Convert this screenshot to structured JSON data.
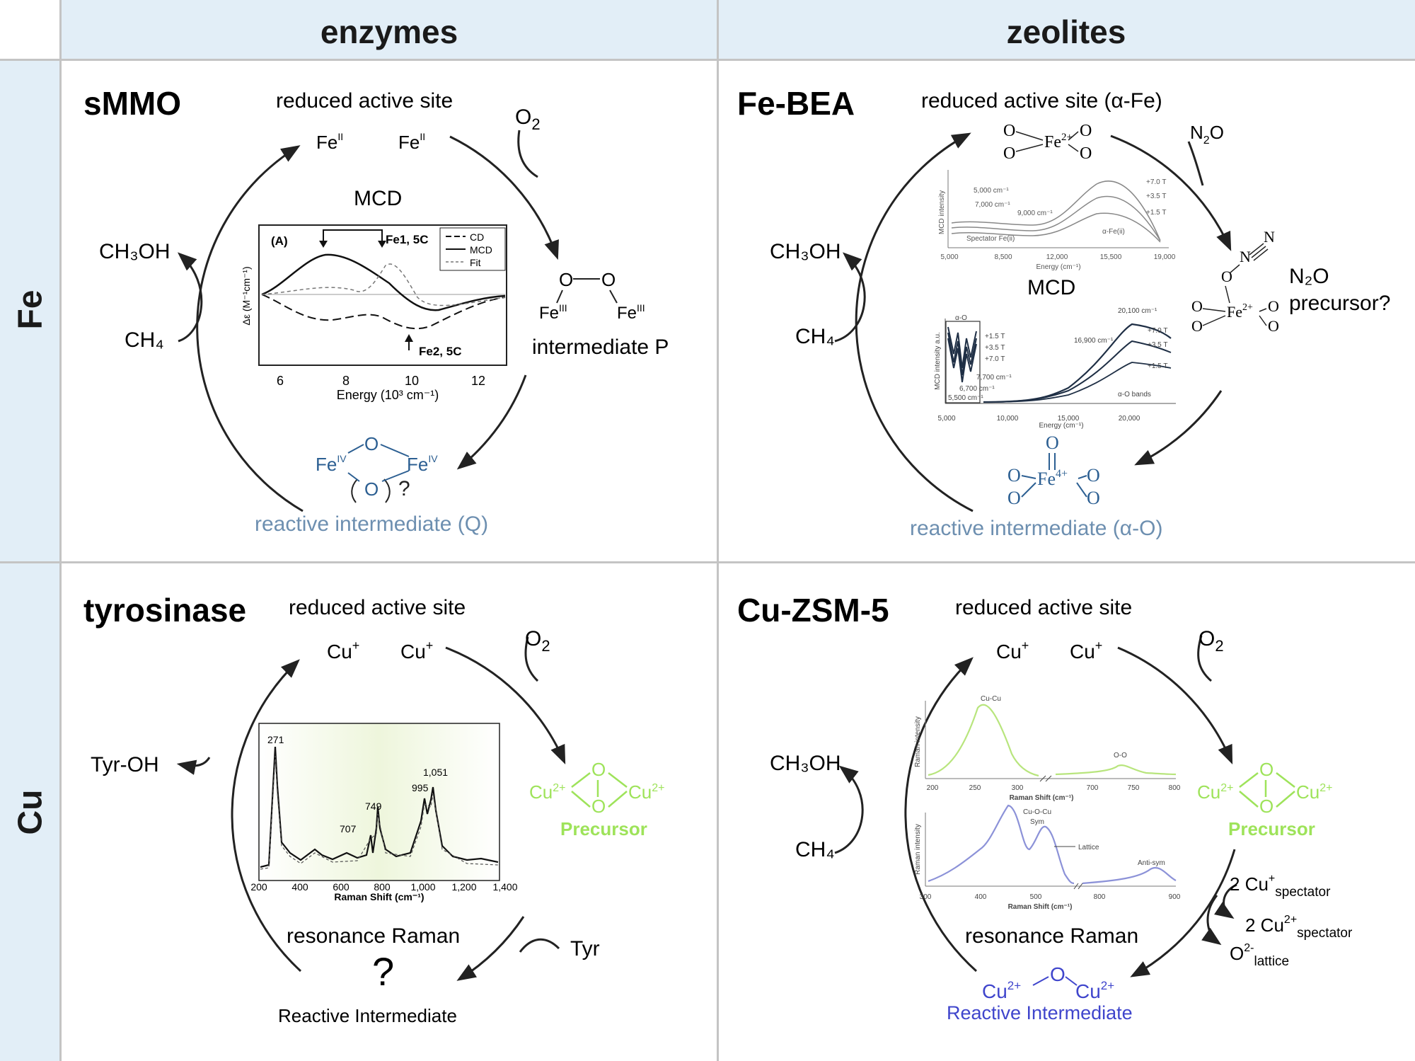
{
  "columns": [
    "enzymes",
    "zeolites"
  ],
  "rows": [
    "Fe",
    "Cu"
  ],
  "colors": {
    "header_bg": "#e2eef7",
    "q_blue": "#6d8fb0",
    "fe_blue": "#2c5f92",
    "precursor_green": "#9ee35a",
    "cu_blue": "#3f45cc",
    "spectrum_green": "#b8e57d",
    "spectrum_blue": "#8c92d8"
  },
  "panels": {
    "smmo": {
      "title": "sMMO",
      "reduced": "reduced active site",
      "oxidant": "O",
      "oxidant_sub": "2",
      "fe_left": "Fe",
      "fe_left_sup": "II",
      "fe_right": "Fe",
      "fe_right_sup": "II",
      "mcd": "MCD",
      "ch3oh": "CH₃OH",
      "ch4": "CH₄",
      "p_o1": "O",
      "p_o2": "O",
      "p_fe1": "Fe",
      "p_fe1_sup": "III",
      "p_fe2": "Fe",
      "p_fe2_sup": "III",
      "intermediate_p": "intermediate P",
      "q_fe1": "Fe",
      "q_fe1_sup": "IV",
      "q_fe2": "Fe",
      "q_fe2_sup": "IV",
      "q_o_top": "O",
      "q_o_bottom": "O",
      "q_question": "?",
      "reactive": "reactive intermediate (Q)",
      "plot": {
        "panel_label": "(A)",
        "ylabel": "Δε (M⁻¹cm⁻¹)",
        "xlabel": "Energy (10³ cm⁻¹)",
        "xticks": [
          "6",
          "8",
          "10",
          "12"
        ],
        "legend": [
          "CD",
          "MCD",
          "Fit"
        ],
        "ann1": "Fe1, 5C",
        "ann2": "Fe2, 5C"
      }
    },
    "febea": {
      "title": "Fe-BEA",
      "reduced": "reduced active site (α-Fe)",
      "oxidant": "N",
      "oxidant_sub": "2",
      "oxidant_tail": "O",
      "ch3oh": "CH₃OH",
      "ch4": "CH₄",
      "mcd": "MCD",
      "site_fe": "Fe",
      "site_fe_sup": "2+",
      "o": "O",
      "precursor_line1": "N₂O",
      "precursor_line2": "precursor?",
      "pre_n1": "N",
      "pre_n2": "N",
      "pre_fe": "Fe",
      "pre_fe_sup": "2+",
      "alpha_fe": "Fe",
      "alpha_fe_sup": "4+",
      "reactive": "reactive intermediate (α-O)",
      "plot1": {
        "ylabel": "MCD intensity",
        "xlabel": "Energy (cm⁻¹)",
        "xticks": [
          "5,000",
          "8,500",
          "12,000",
          "15,500",
          "19,000"
        ],
        "ann": [
          "5,000 cm⁻¹",
          "7,000 cm⁻¹",
          "9,000 cm⁻¹",
          "Spectator Fe(ii)",
          "α-Fe(ii)"
        ],
        "fields": [
          "+7.0 T",
          "+3.5 T",
          "+1.5 T"
        ]
      },
      "plot2": {
        "ylabel": "MCD intensity a.u.",
        "xlabel": "Energy (cm⁻¹)",
        "xticks": [
          "5,000",
          "10,000",
          "15,000",
          "20,000"
        ],
        "ann": [
          "α-O",
          "6,700 cm⁻¹",
          "5,500 cm⁻¹",
          "7,700 cm⁻¹",
          "16,900 cm⁻¹",
          "20,100 cm⁻¹",
          "α-O bands"
        ],
        "fields": [
          "+1.5 T",
          "+3.5 T",
          "+7.0 T"
        ],
        "fields_right": [
          "+7.0 T",
          "+3.5 T",
          "+1.5 T"
        ]
      }
    },
    "tyrosinase": {
      "title": "tyrosinase",
      "reduced": "reduced active site",
      "oxidant": "O",
      "oxidant_sub": "2",
      "cu_left": "Cu",
      "cu_left_sup": "+",
      "cu_right": "Cu",
      "cu_right_sup": "+",
      "tyr_oh": "Tyr-OH",
      "tyr": "Tyr",
      "pre_cu": "Cu",
      "pre_cu_sup": "2+",
      "pre_o": "O",
      "precursor": "Precursor",
      "method": "resonance Raman",
      "question": "?",
      "reactive": "Reactive Intermediate",
      "plot": {
        "xlabel": "Raman Shift (cm⁻¹)",
        "xticks": [
          "200",
          "400",
          "600",
          "800",
          "1,000",
          "1,200",
          "1,400"
        ],
        "peaks": [
          "271",
          "707",
          "749",
          "995",
          "1,051"
        ]
      }
    },
    "cuzsm5": {
      "title": "Cu-ZSM-5",
      "reduced": "reduced active site",
      "oxidant": "O",
      "oxidant_sub": "2",
      "cu_left": "Cu",
      "cu_left_sup": "+",
      "cu_right": "Cu",
      "cu_right_sup": "+",
      "ch3oh": "CH₃OH",
      "ch4": "CH₄",
      "pre_cu": "Cu",
      "pre_cu_sup": "2+",
      "pre_o": "O",
      "precursor": "Precursor",
      "spec1": "2 Cu",
      "spec1_sup": "+",
      "spec1_sub": "spectator",
      "spec2": "2 Cu",
      "spec2_sup": "2+",
      "spec2_sub": "spectator",
      "spec3": "O",
      "spec3_sup": "2-",
      "spec3_sub": "lattice",
      "method": "resonance Raman",
      "ri_cu": "Cu",
      "ri_cu_sup": "2+",
      "ri_o": "O",
      "reactive": "Reactive Intermediate",
      "plot1": {
        "ylabel": "Raman intensity",
        "xlabel": "Raman Shift (cm⁻¹)",
        "xticks": [
          "200",
          "250",
          "300",
          "700",
          "750",
          "800"
        ],
        "ann": [
          "Cu-Cu",
          "O-O"
        ]
      },
      "plot2": {
        "ylabel": "Raman intensity",
        "xlabel": "Raman Shift (cm⁻¹)",
        "xticks": [
          "300",
          "400",
          "500",
          "800",
          "900"
        ],
        "ann": [
          "Cu-O-Cu",
          "Sym",
          "Lattice",
          "Anti-sym"
        ]
      }
    }
  }
}
